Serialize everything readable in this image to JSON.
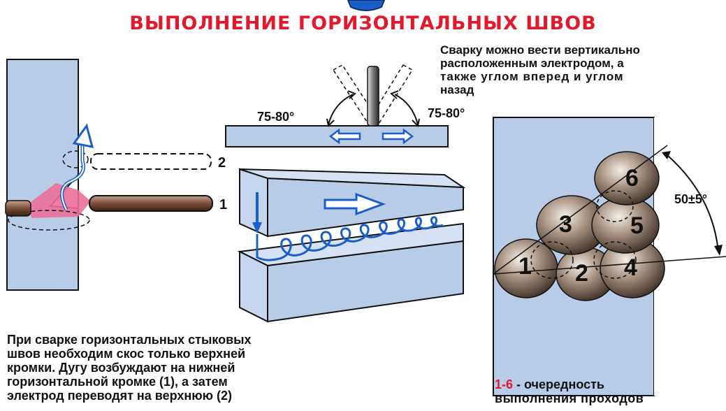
{
  "title": "ВЫПОЛНЕНИЕ ГОРИЗОНТАЛЬНЫХ ШВОВ",
  "top_right_text": [
    "Сварку можно вести вертикально",
    "расположенным электродом, а",
    "также углом вперед и углом",
    "назад"
  ],
  "bottom_left_text": [
    "При сварке горизонтальных стыковых",
    "швов необходим скос только верхней",
    "кромки. Дугу возбуждают на нижней",
    "горизонтальной кромке (1), а затем",
    "электрод переводят на верхнюю (2)"
  ],
  "legend": {
    "range": "1-6",
    "line1": " - очередность",
    "line2": "выполнения проходов"
  },
  "angles": {
    "left": "75-80°",
    "right": "75-80°",
    "pass_angle": "50±5°"
  },
  "electrode_labels": {
    "upper": "2",
    "lower": "1"
  },
  "passes": [
    "1",
    "2",
    "3",
    "4",
    "5",
    "6"
  ],
  "colors": {
    "title": "#e3182b",
    "plate": "#b8cce8",
    "arrow": "#1a5fc9",
    "bead": "#8a7464"
  }
}
